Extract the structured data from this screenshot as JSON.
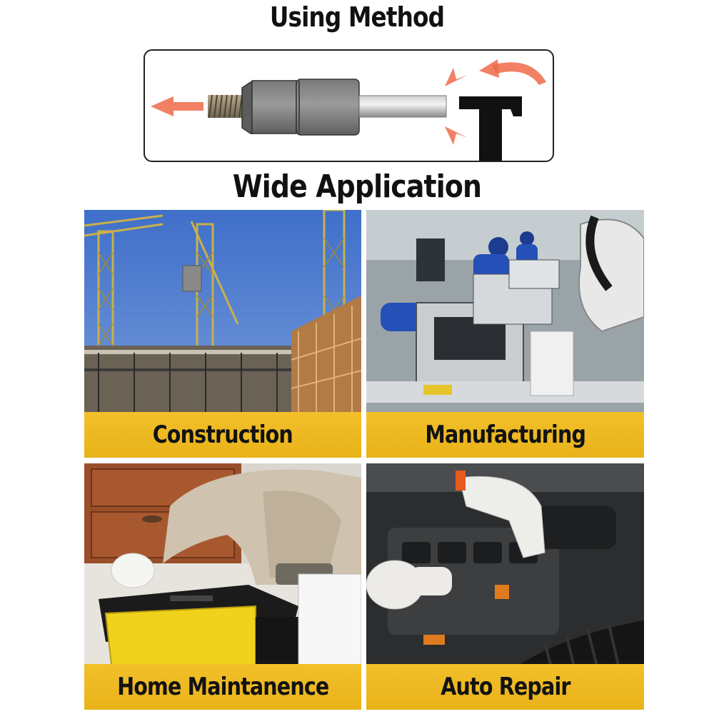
{
  "headings": {
    "using_method": "Using Method",
    "wide_application": "Wide Application"
  },
  "icons": {
    "left_arrow": "left-arrow-icon",
    "hammer": "hammer-icon",
    "curved_arrow": "curved-arrow-icon"
  },
  "colors": {
    "banner": "#f0bc24",
    "arrow": "#ef6a4a",
    "heading": "#111111"
  },
  "applications": [
    {
      "label": "Construction"
    },
    {
      "label": "Manufacturing"
    },
    {
      "label": "Home Maintanence"
    },
    {
      "label": "Auto Repair"
    }
  ]
}
